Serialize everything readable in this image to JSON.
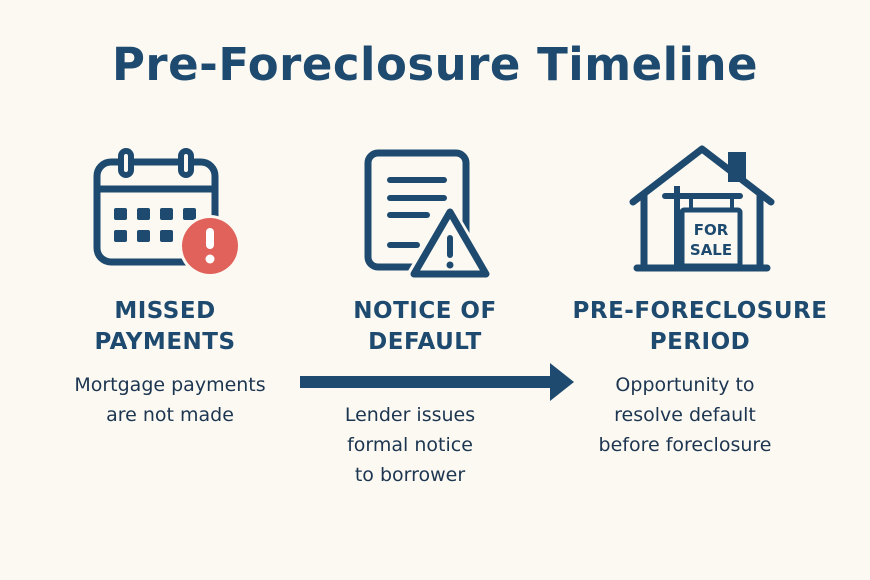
{
  "title": "Pre-Foreclosure Timeline",
  "colors": {
    "primary": "#1d4a6e",
    "alert": "#e0625a",
    "background": "#fcf9f2"
  },
  "steps": [
    {
      "icon": "calendar-alert-icon",
      "title_line1": "MISSED",
      "title_line2": "PAYMENTS",
      "desc_line1": "Mortgage payments",
      "desc_line2": "are not made"
    },
    {
      "icon": "document-warning-icon",
      "title_line1": "NOTICE OF",
      "title_line2": "DEFAULT",
      "desc_line1": "Lender issues",
      "desc_line2": "formal notice",
      "desc_line3": "to borrower"
    },
    {
      "icon": "house-for-sale-icon",
      "title_line1": "PRE-FORECLOSURE",
      "title_line2": "PERIOD",
      "desc_line1": "Opportunity to",
      "desc_line2": "resolve default",
      "desc_line3": "before foreclosure",
      "sign_line1": "FOR",
      "sign_line2": "SALE"
    }
  ]
}
